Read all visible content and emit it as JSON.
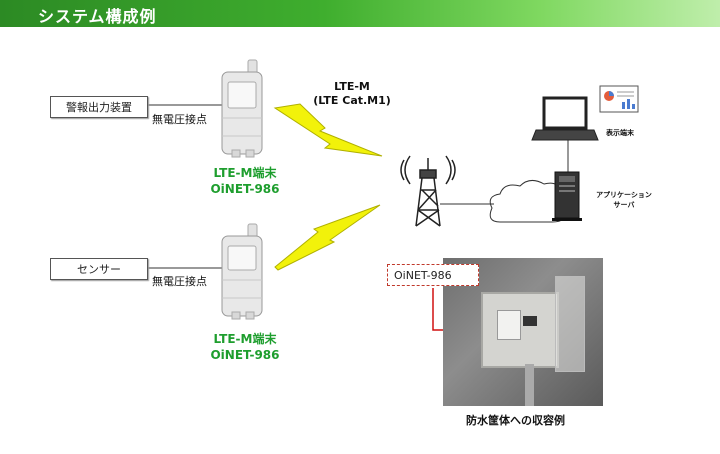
{
  "header": {
    "title": "システム構成例"
  },
  "devices": {
    "alarm_device": "警報出力装置",
    "sensor": "センサー",
    "contact_top": "無電圧接点",
    "contact_bottom": "無電圧接点",
    "terminal_top_line1": "LTE-M端末",
    "terminal_top_line2": "OiNET-986",
    "terminal_bottom_line1": "LTE-M端末",
    "terminal_bottom_line2": "OiNET-986"
  },
  "network": {
    "lte_line1": "LTE-M",
    "lte_line2": "(LTE Cat.M1)"
  },
  "server": {
    "display_terminal": "表示端末",
    "app_server_line1": "アプリケーション",
    "app_server_line2": "サーバ"
  },
  "photo": {
    "callout": "OiNET-986",
    "caption": "防水筐体への収容例"
  },
  "colors": {
    "header_green": "#3fae2e",
    "label_green": "#1e9e2e",
    "bolt_yellow": "#f2f20a",
    "callout_red": "#c0392b"
  }
}
